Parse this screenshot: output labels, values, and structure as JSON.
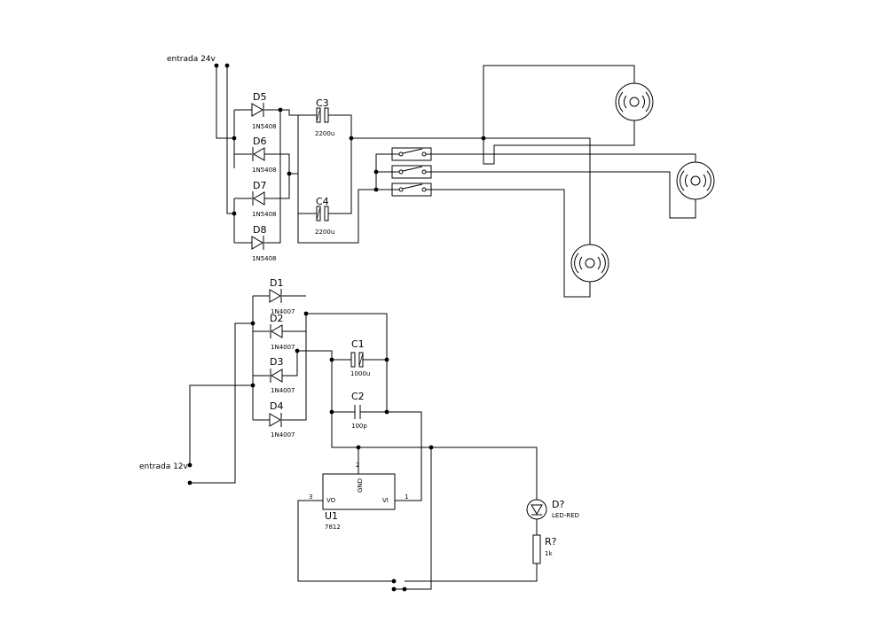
{
  "inputs": {
    "in24": "entrada 24v",
    "in12": "entrada 12v"
  },
  "diodes": [
    {
      "ref": "D5",
      "part": "1N5408"
    },
    {
      "ref": "D6",
      "part": "1N5408"
    },
    {
      "ref": "D7",
      "part": "1N5408"
    },
    {
      "ref": "D8",
      "part": "1N5408"
    },
    {
      "ref": "D1",
      "part": "1N4007"
    },
    {
      "ref": "D2",
      "part": "1N4007"
    },
    {
      "ref": "D3",
      "part": "1N4007"
    },
    {
      "ref": "D4",
      "part": "1N4007"
    }
  ],
  "capacitors": [
    {
      "ref": "C3",
      "value": "2200u"
    },
    {
      "ref": "C4",
      "value": "2200u"
    },
    {
      "ref": "C1",
      "value": "1000u"
    },
    {
      "ref": "C2",
      "value": "100p"
    }
  ],
  "regulator": {
    "ref": "U1",
    "part": "7812",
    "pin_gnd": "GND",
    "pin_vo": "VO",
    "pin_vi": "VI",
    "pin1": "1",
    "pin2": "2",
    "pin3": "3"
  },
  "led": {
    "ref": "D?",
    "part": "LED-RED"
  },
  "resistor": {
    "ref": "R?",
    "value": "1k"
  }
}
